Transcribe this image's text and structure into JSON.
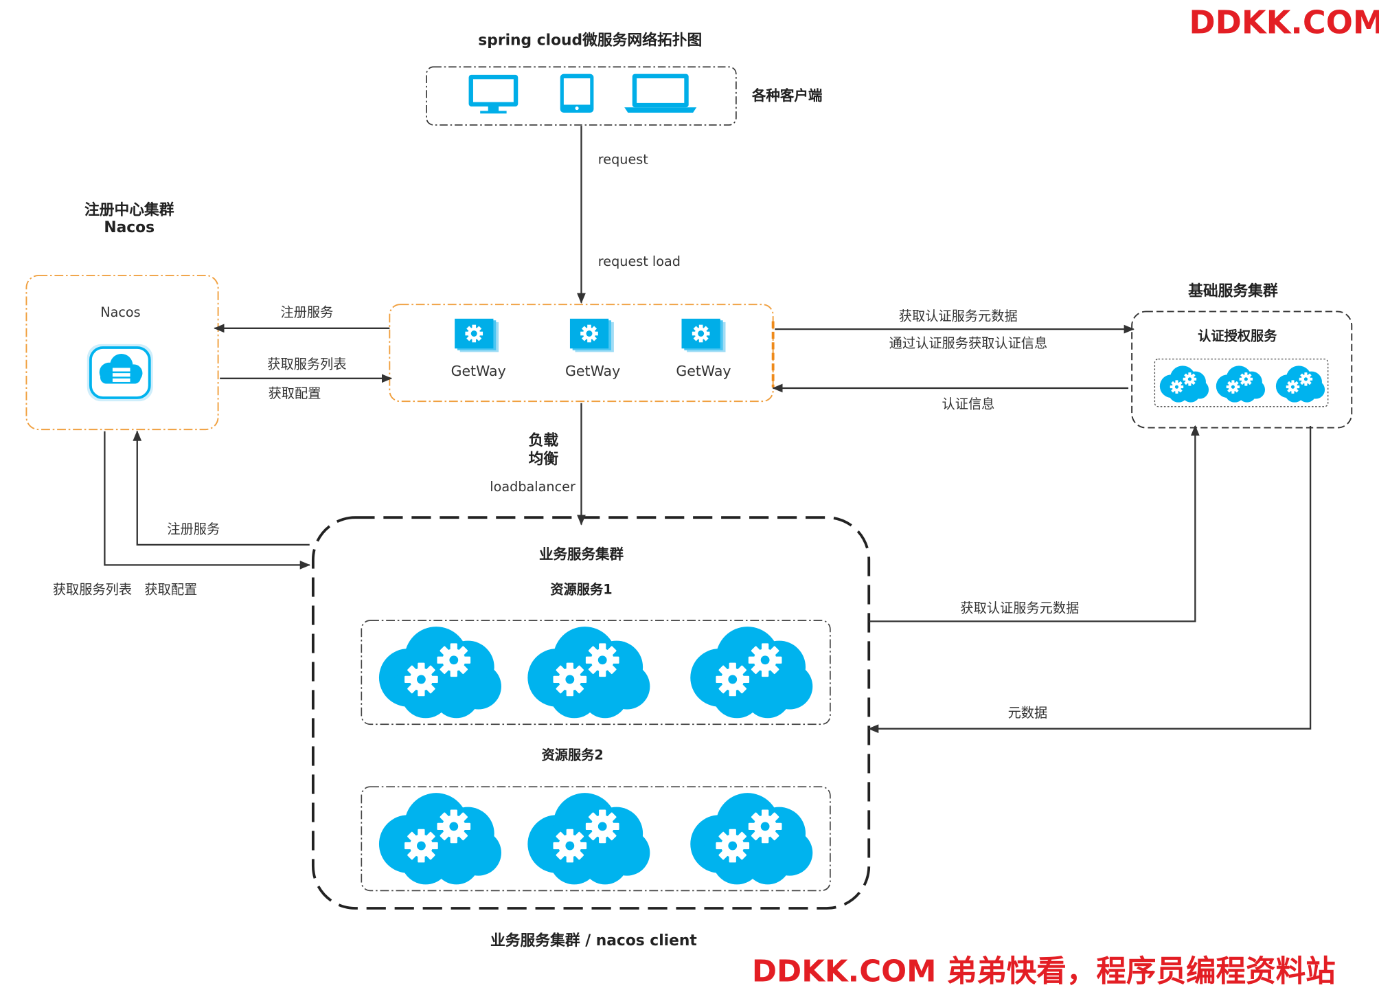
{
  "watermark_top": "DDKK.COM",
  "watermark_bottom": "DDKK.COM 弟弟快看，程序员编程资料站",
  "title": "spring cloud微服务网络拓扑图",
  "clients": {
    "label": "各种客户端",
    "icons": [
      "monitor-icon",
      "tablet-icon",
      "laptop-icon"
    ]
  },
  "edges": {
    "request": "request",
    "request_load": "request load",
    "register_service_top": "注册服务",
    "get_service_list_top": "获取服务列表",
    "get_config_top": "获取配置",
    "get_auth_metadata_top": "获取认证服务元数据",
    "get_auth_info_via_auth": "通过认证服务获取认证信息",
    "auth_info": "认证信息",
    "load_balance": "负载\n均衡",
    "loadbalancer": "loadbalancer",
    "register_service_bottom": "注册服务",
    "get_service_list_config_bottom": "获取服务列表   获取配置",
    "get_auth_metadata_bottom": "获取认证服务元数据",
    "metadata": "元数据"
  },
  "nacos": {
    "cluster_title": "注册中心集群\nNacos",
    "node_label": "Nacos",
    "icon": "nacos-server-cloud-icon"
  },
  "gateway": {
    "nodes": [
      "GetWay",
      "GetWay",
      "GetWay"
    ],
    "icon": "gear-gateway-icon"
  },
  "base_cluster": {
    "title": "基础服务集群",
    "auth_service": "认证授权服务",
    "icon": "cloud-gears-icon"
  },
  "business_cluster": {
    "title": "业务服务集群",
    "resource1": "资源服务1",
    "resource2": "资源服务2",
    "footer": "业务服务集群 / nacos client",
    "icon": "cloud-gears-icon"
  },
  "colors": {
    "accent_blue": "#00b3ee",
    "orange_border": "#f0a040",
    "line": "#333333",
    "watermark": "#e31e24"
  }
}
